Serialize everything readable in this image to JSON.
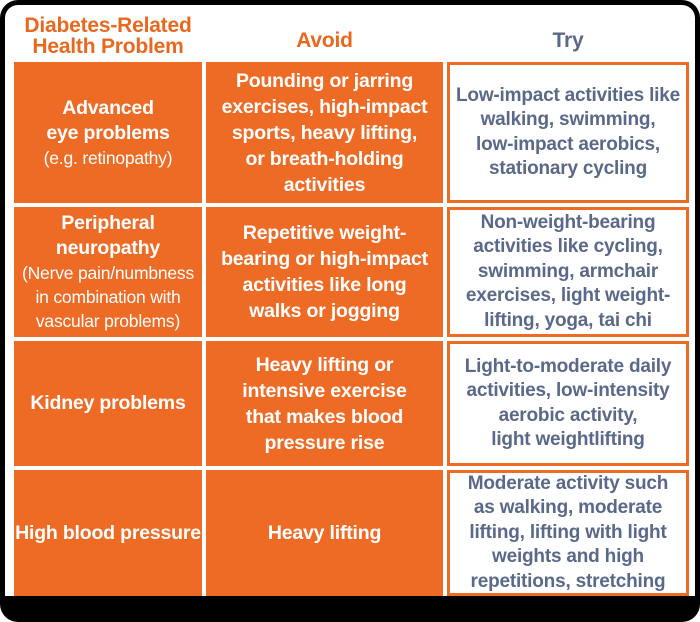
{
  "title": "Diabetes-related health problems: exercise guidance table",
  "colors": {
    "orange": "#ee6b25",
    "header_orange_text": "#e8681f",
    "slate_text": "#5a688a",
    "cell_text": "#ffffff",
    "frame": "#000000",
    "background": "#ffffff"
  },
  "header": {
    "problem": "Diabetes-Related\nHealth Problem",
    "avoid": "Avoid",
    "try": "Try"
  },
  "table": {
    "rows": [
      {
        "problem": "Advanced\neye problems",
        "note": "(e.g. retinopathy)",
        "avoid": "Pounding or jarring\nexercises, high-impact\nsports, heavy lifting,\nor breath-holding\nactivities",
        "try": "Low-impact activities like\nwalking, swimming,\nlow-impact aerobics,\nstationary cycling"
      },
      {
        "problem": "Peripheral neuropathy",
        "note": "(Nerve pain/numbness\nin combination with\nvascular problems)",
        "avoid": "Repetitive weight-\nbearing or high-impact\nactivities like long\nwalks or jogging",
        "try": "Non-weight-bearing\nactivities like cycling,\nswimming, armchair\nexercises, light weight-\nlifting, yoga, tai chi"
      },
      {
        "problem": "Kidney problems",
        "note": "",
        "avoid": "Heavy lifting or\nintensive exercise\nthat makes blood\npressure rise",
        "try": "Light-to-moderate daily\nactivities, low-intensity\naerobic activity,\nlight weightlifting"
      },
      {
        "problem": "High blood pressure",
        "note": "",
        "avoid": "Heavy lifting",
        "try": "Moderate activity such\nas walking, moderate\nlifting, lifting with light\nweights and high\nrepetitions, stretching"
      }
    ]
  }
}
